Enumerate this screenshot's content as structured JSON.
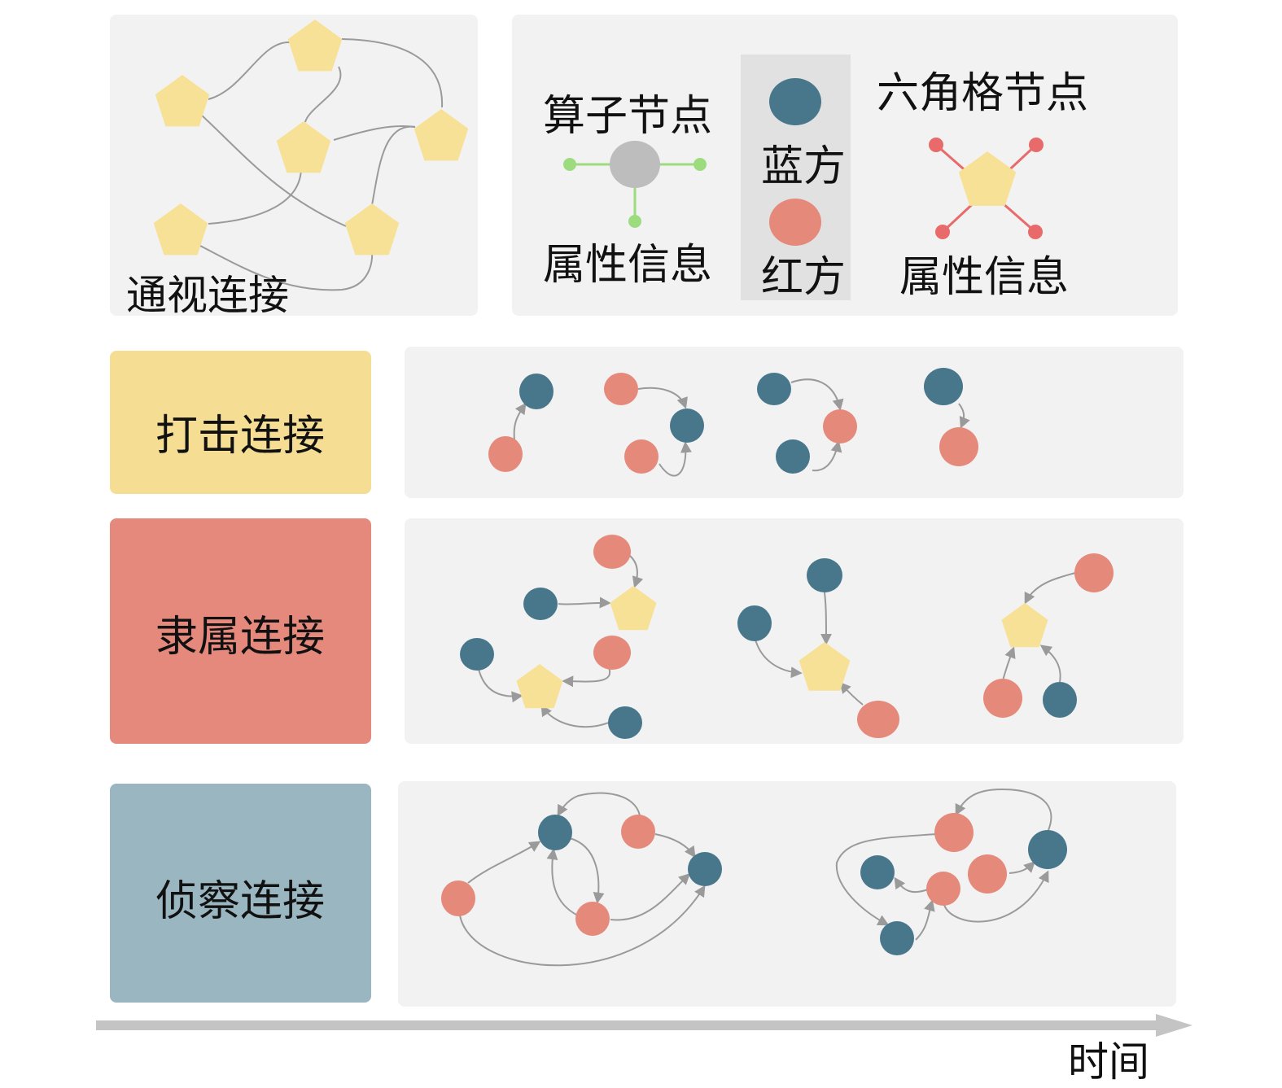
{
  "colors": {
    "panel": "#f2f2f2",
    "yellow": "#f7e196",
    "blue": "#48778c",
    "red": "#e5897b",
    "gray_node": "#bdbdbd",
    "green": "#9ddc7e",
    "pink": "#e86a6a",
    "edge": "#9a9a9a",
    "strike_box": "#f5de93",
    "subordinate_box": "#e4897b",
    "recon_box": "#9ab6c1",
    "timeline": "#c4c4c4",
    "legend_band": "#e1e1e1"
  },
  "top": {
    "visibility_label": "通视连接",
    "operator_label": "算子节点",
    "operator_attr": "属性信息",
    "blue_side": "蓝方",
    "red_side": "红方",
    "hex_label": "六角格节点",
    "hex_attr": "属性信息"
  },
  "rows": {
    "strike": "打击连接",
    "subordinate": "隶属连接",
    "recon": "侦察连接"
  },
  "time_label": "时间"
}
